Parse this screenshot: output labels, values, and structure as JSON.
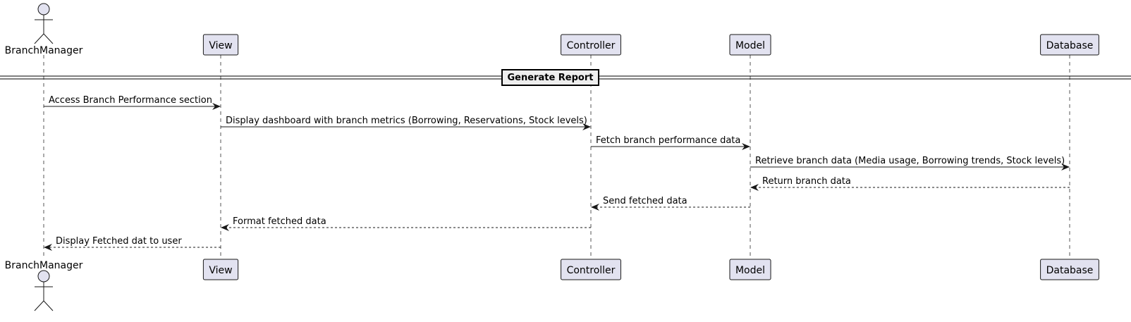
{
  "participants": [
    {
      "id": "branch-manager",
      "name": "BranchManager",
      "kind": "actor"
    },
    {
      "id": "view",
      "name": "View",
      "kind": "participant"
    },
    {
      "id": "controller",
      "name": "Controller",
      "kind": "participant"
    },
    {
      "id": "model",
      "name": "Model",
      "kind": "participant"
    },
    {
      "id": "database",
      "name": "Database",
      "kind": "participant"
    }
  ],
  "divider": {
    "label": "Generate Report"
  },
  "messages": [
    {
      "from": "branch-manager",
      "to": "view",
      "label": "Access Branch Performance section",
      "style": "solid"
    },
    {
      "from": "view",
      "to": "controller",
      "label": "Display dashboard with branch metrics (Borrowing, Reservations, Stock levels)",
      "style": "solid"
    },
    {
      "from": "controller",
      "to": "model",
      "label": "Fetch branch performance data",
      "style": "solid"
    },
    {
      "from": "model",
      "to": "database",
      "label": "Retrieve branch data (Media usage, Borrowing trends, Stock levels)",
      "style": "solid"
    },
    {
      "from": "database",
      "to": "model",
      "label": "Return branch data",
      "style": "dashed"
    },
    {
      "from": "model",
      "to": "controller",
      "label": "Send fetched data",
      "style": "dashed"
    },
    {
      "from": "controller",
      "to": "view",
      "label": "Format fetched data",
      "style": "dashed"
    },
    {
      "from": "view",
      "to": "branch-manager",
      "label": "Display Fetched dat to user",
      "style": "dashed"
    }
  ]
}
